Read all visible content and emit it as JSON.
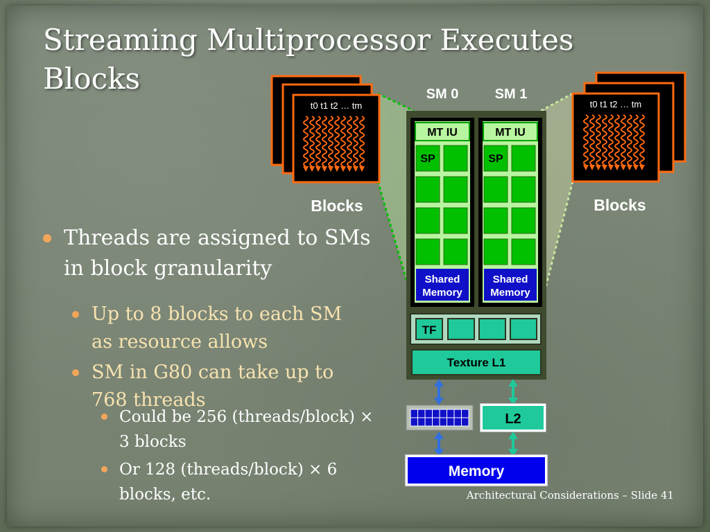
{
  "slide": {
    "title": "Streaming Multiprocessor Executes Blocks",
    "bullets": [
      {
        "level": 1,
        "text": "Threads are assigned to SMs in block granularity"
      },
      {
        "level": 2,
        "text": "Up to 8 blocks to each SM as resource allows"
      },
      {
        "level": 2,
        "text": "SM in G80 can take up to 768 threads"
      },
      {
        "level": 3,
        "text": "Could be 256 (threads/block) × 3 blocks"
      },
      {
        "level": 3,
        "text": "Or 128 (threads/block) × 6 blocks, etc."
      }
    ],
    "footer": "Architectural Considerations – Slide 41"
  },
  "diagram": {
    "sm0_label": "SM 0",
    "sm1_label": "SM 1",
    "mtiu_label": "MT IU",
    "sp_label": "SP",
    "shared_line1": "Shared",
    "shared_line2": "Memory",
    "tf_label": "TF",
    "texture_label": "Texture L1",
    "l2_label": "L2",
    "memory_label": "Memory",
    "blocks_left_label": "Blocks",
    "blocks_right_label": "Blocks",
    "threads_label": "t0 t1 t2 … tm",
    "colors": {
      "sp_green": "#00c000",
      "sm_fill": "#b8f5a0",
      "teal": "#1fc99a",
      "shared_blue": "#1010c8",
      "memory_blue": "#0000ee",
      "orange": "#ff6a10",
      "arrow_blue": "#3070e0"
    }
  }
}
